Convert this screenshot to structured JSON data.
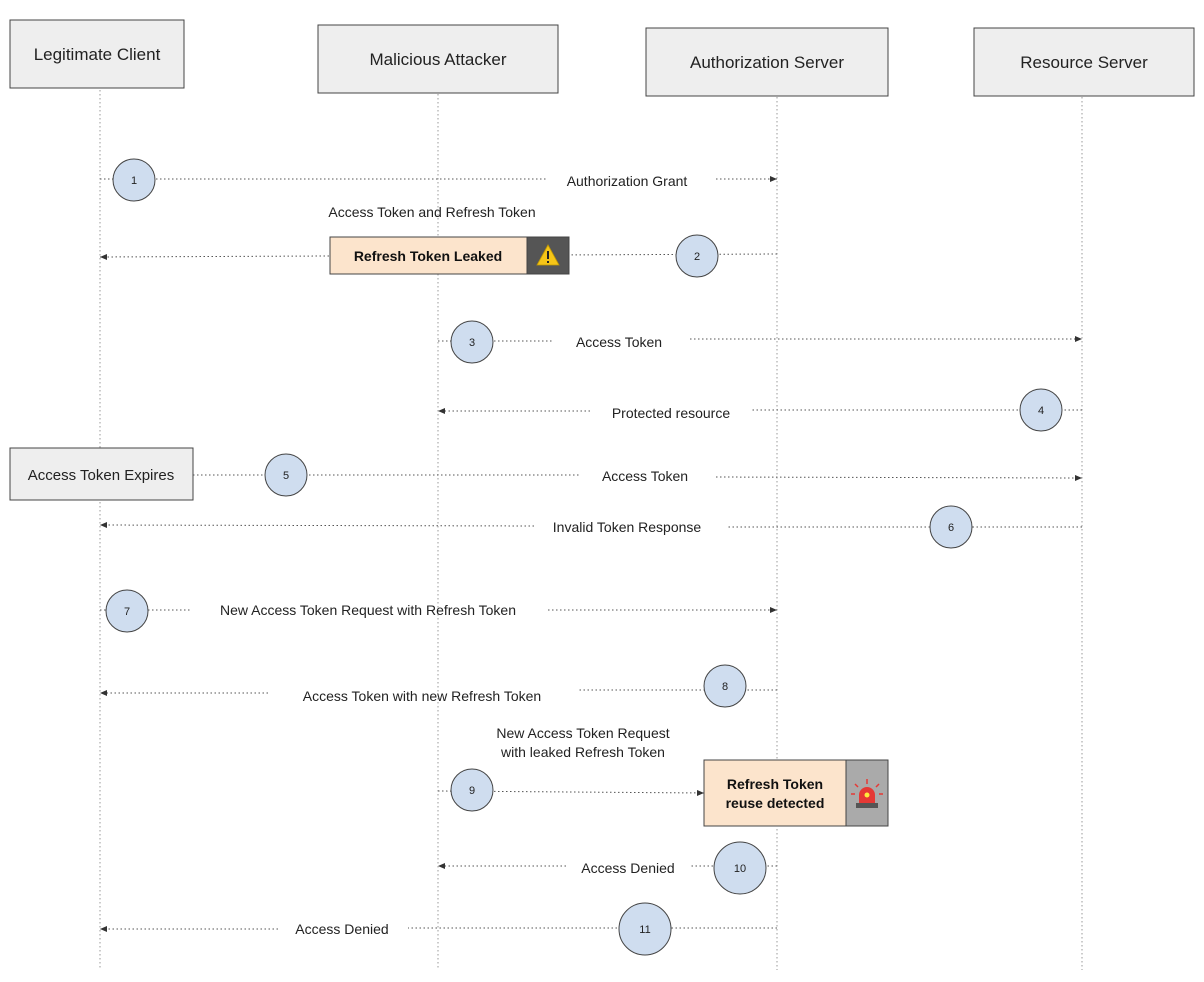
{
  "participants": [
    {
      "id": "client",
      "label": "Legitimate Client"
    },
    {
      "id": "attacker",
      "label": "Malicious Attacker"
    },
    {
      "id": "auth",
      "label": "Authorization Server"
    },
    {
      "id": "resource",
      "label": "Resource Server"
    }
  ],
  "messages": [
    {
      "step": "1",
      "label": "Authorization Grant",
      "from": "client",
      "to": "auth"
    },
    {
      "step": "2",
      "label": "Access Token  and Refresh Token",
      "from": "auth",
      "to": "client"
    },
    {
      "step": "3",
      "label": "Access Token",
      "from": "attacker",
      "to": "resource"
    },
    {
      "step": "4",
      "label": "Protected resource",
      "from": "resource",
      "to": "attacker"
    },
    {
      "step": "5",
      "label": "Access Token",
      "from": "client",
      "to": "resource"
    },
    {
      "step": "6",
      "label": "Invalid Token Response",
      "from": "resource",
      "to": "client"
    },
    {
      "step": "7",
      "label": "New Access Token Request with Refresh Token",
      "from": "client",
      "to": "auth"
    },
    {
      "step": "8",
      "label": "Access Token with new Refresh Token",
      "from": "auth",
      "to": "client"
    },
    {
      "step": "9",
      "label_lines": [
        "New Access Token Request",
        "with leaked Refresh Token"
      ],
      "from": "attacker",
      "to": "auth"
    },
    {
      "step": "10",
      "label": "Access Denied",
      "from": "auth",
      "to": "attacker"
    },
    {
      "step": "11",
      "label": "Access Denied",
      "from": "auth",
      "to": "client"
    }
  ],
  "notes": {
    "leak": {
      "label": "Refresh Token Leaked",
      "icon": "warning-icon",
      "color": "#f5c518"
    },
    "expires": {
      "label": "Access Token Expires"
    },
    "reuse": {
      "label_lines": [
        "Refresh Token",
        "reuse detected"
      ],
      "icon": "siren-icon",
      "color": "#e53935"
    }
  }
}
